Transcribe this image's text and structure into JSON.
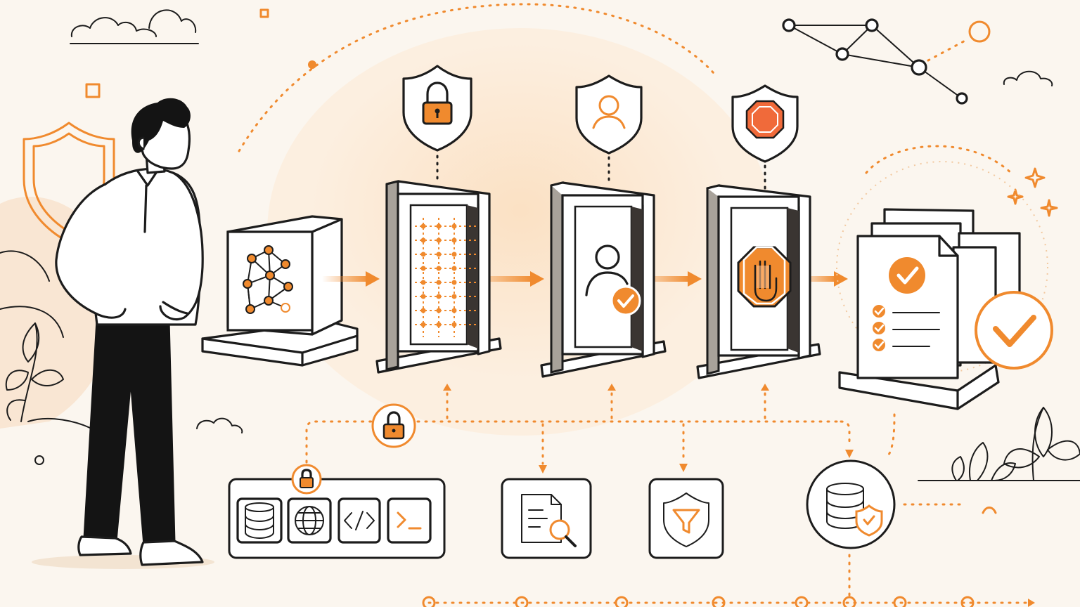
{
  "colors": {
    "accent": "#f08a2e",
    "accent_soft": "#fbe3c8",
    "stroke": "#1c1c1c",
    "background": "#fbf6ef",
    "stop_red": "#f06a3a"
  },
  "diagram": {
    "flow": [
      {
        "id": "model",
        "icon": "neural-network-icon"
      },
      {
        "id": "encryption-gate",
        "badge_icon": "padlock-icon",
        "panel": "mesh-filter"
      },
      {
        "id": "identity-gate",
        "badge_icon": "user-icon",
        "panel": "user-verified-icon"
      },
      {
        "id": "block-gate",
        "badge_icon": "stop-octagon-icon",
        "panel": "hand-stop-icon"
      },
      {
        "id": "approved-output",
        "icon": "approved-documents-icon"
      }
    ],
    "sources": [
      "database-icon",
      "globe-icon",
      "code-icon",
      "terminal-icon"
    ],
    "checks": [
      "document-search-icon",
      "shield-filter-icon",
      "secure-database-icon"
    ]
  }
}
